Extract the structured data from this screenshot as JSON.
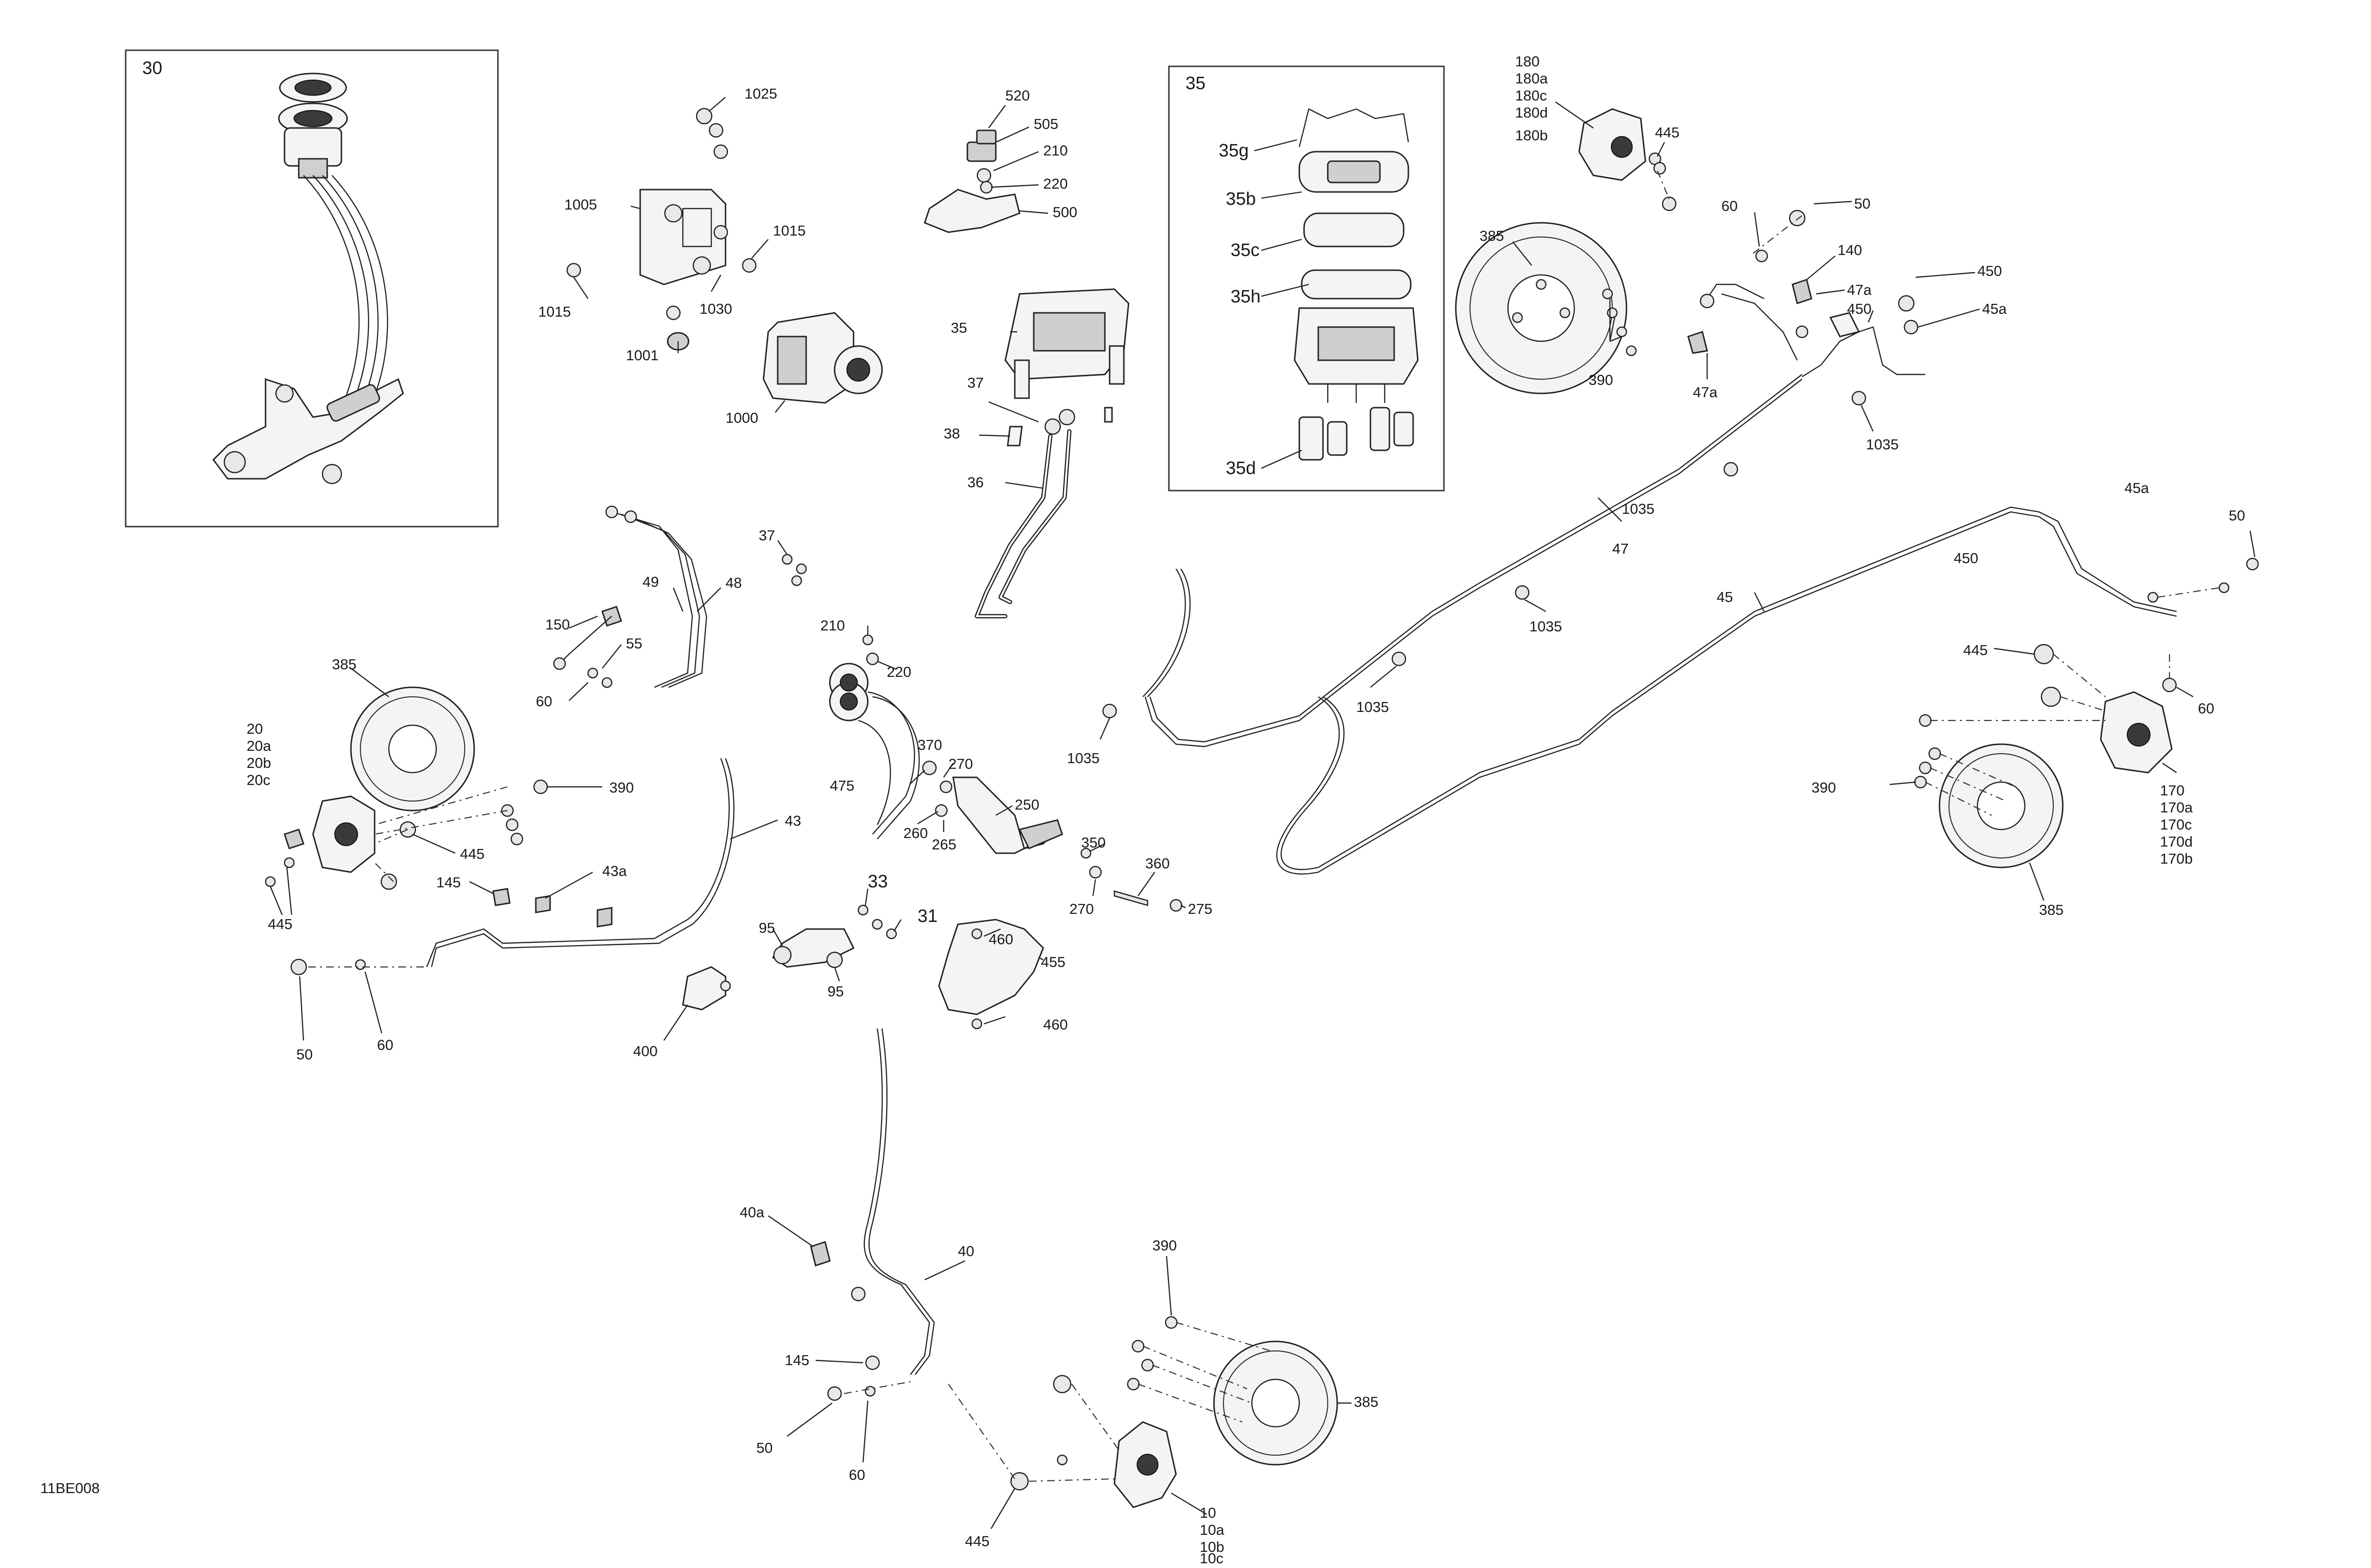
{
  "drawing_code": "11BE008",
  "boxes": {
    "box30": {
      "title": "30"
    },
    "box35": {
      "title": "35"
    }
  },
  "labels": {
    "n1025": "1025",
    "n1005": "1005",
    "n1015a": "1015",
    "n1015b": "1015",
    "n1030": "1030",
    "n1001": "1001",
    "n1000": "1000",
    "n520": "520",
    "n505": "505",
    "n210a": "210",
    "n220a": "220",
    "n500": "500",
    "n35": "35",
    "n37a": "37",
    "n38": "38",
    "n36": "36",
    "n35g": "35g",
    "n35b": "35b",
    "n35c": "35c",
    "n35h": "35h",
    "n35d": "35d",
    "n180": "180",
    "n180a": "180a",
    "n180c": "180c",
    "n180d": "180d",
    "n180b": "180b",
    "n445a": "445",
    "n385a": "385",
    "n390a": "390",
    "n60a": "60",
    "n50a": "50",
    "n140": "140",
    "n47a1": "47a",
    "n450a": "450",
    "n450b": "450",
    "n45a1": "45a",
    "n47a2": "47a",
    "n1035a": "1035",
    "n1035b": "1035",
    "n47": "47",
    "n1035c": "1035",
    "n1035d": "1035",
    "n1035e": "1035",
    "n45": "45",
    "n45a2": "45a",
    "n50b": "50",
    "n450c": "450",
    "n445b": "445",
    "n60b": "60",
    "n390b": "390",
    "n170": "170",
    "n170a": "170a",
    "n170c": "170c",
    "n170d": "170d",
    "n170b": "170b",
    "n385b": "385",
    "n49": "49",
    "n48": "48",
    "n150": "150",
    "n55": "55",
    "n60c": "60",
    "n37b": "37",
    "n385c": "385",
    "n20": "20",
    "n20a": "20a",
    "n20b": "20b",
    "n20c": "20c",
    "n390c": "390",
    "n445c": "445",
    "n445d": "445",
    "n145a": "145",
    "n43a": "43a",
    "n43": "43",
    "n50c": "50",
    "n60d": "60",
    "n210b": "210",
    "n220b": "220",
    "n370": "370",
    "n270a": "270",
    "n475": "475",
    "n260": "260",
    "n265": "265",
    "n250": "250",
    "n350": "350",
    "n360": "360",
    "n270b": "270",
    "n275": "275",
    "n33": "33",
    "n31": "31",
    "n95a": "95",
    "n95b": "95",
    "n460a": "460",
    "n455": "455",
    "n460b": "460",
    "n400": "400",
    "n40a": "40a",
    "n40": "40",
    "n145b": "145",
    "n50d": "50",
    "n60e": "60",
    "n390d": "390",
    "n385d": "385",
    "n445e": "445",
    "n10": "10",
    "n10a": "10a",
    "n10b": "10b",
    "n10c": "10c"
  }
}
